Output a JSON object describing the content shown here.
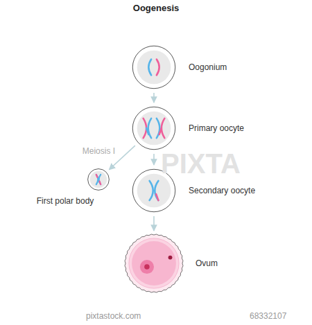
{
  "diagram": {
    "title": "Oogenesis",
    "nodes": [
      {
        "text": [
          "Oogonium"
        ]
      },
      {
        "text": [
          "Primary oocyte"
        ]
      },
      {
        "text": [
          "First polar body"
        ]
      },
      {
        "text": [
          "Secondary oocyte"
        ]
      },
      {
        "text": [
          "Ovum"
        ]
      }
    ],
    "edges": [
      {
        "from": 0,
        "to": 1,
        "arrow": "to"
      },
      {
        "from": 1,
        "to": 2,
        "arrow": "to",
        "label": "Meiosis I"
      },
      {
        "from": 1,
        "to": 3,
        "arrow": "to"
      },
      {
        "from": 3,
        "to": 4,
        "arrow": "to"
      }
    ],
    "labels": [
      "PIXTA",
      "pixtastock.com",
      "68332107"
    ]
  }
}
